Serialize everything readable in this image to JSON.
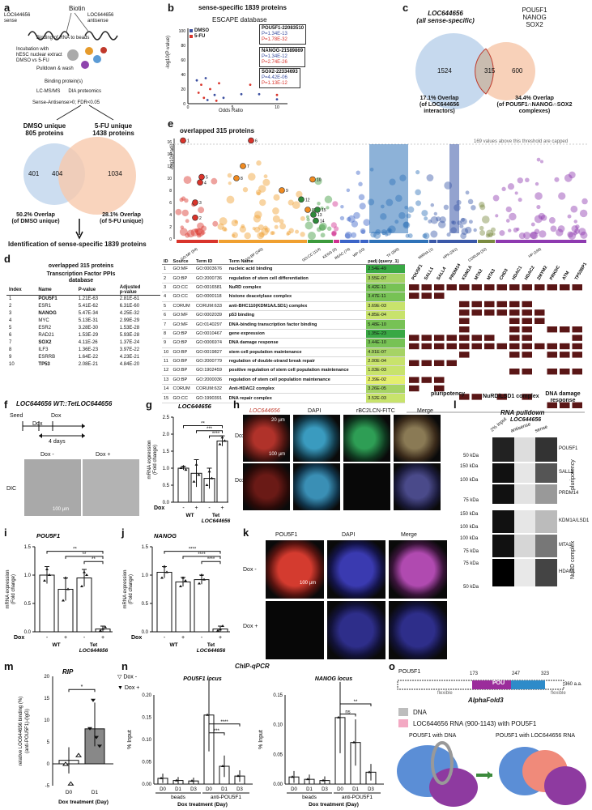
{
  "panels": {
    "a": "a",
    "b": "b",
    "c": "c",
    "d": "d",
    "e": "e",
    "f": "f",
    "g": "g",
    "h": "h",
    "i": "i",
    "j": "j",
    "k": "k",
    "l": "l",
    "m": "m",
    "n": "n",
    "o": "o"
  },
  "a": {
    "biotin": "Biotin",
    "sense": "LOC644656\nsense",
    "antisense": "LOC644656\nantisense",
    "step1": "Binding of RNA to beads",
    "step2": "Incubation with\nhESC nuclear extract\nDMSO vs 5-FU",
    "step3": "Pulldown & wash",
    "step4": "Binding protein(s)",
    "step5": "LC-MS/MS      DIA proteomics",
    "step6": "Sense-Antisense>0; FDR<0.05",
    "dmso_title": "DMSO unique",
    "dmso_count": "805 proteins",
    "fu_title": "5-FU unique",
    "fu_count": "1438 proteins",
    "venn_left": "401",
    "venn_mid": "404",
    "venn_right": "1034",
    "overlap_left": "50.2% Overlap\n(of DMSO unique)",
    "overlap_right": "28.1% Overlap\n(of 5-FU unique)",
    "conclusion": "Identification of sense-specific 1839 proteins"
  },
  "b": {
    "title": "sense-specific 1839 proteins",
    "subtitle": "ESCAPE database",
    "ylabel": "-log10(P-value)",
    "xlabel": "Odds Ratio",
    "legend_dmso": "DMSO",
    "legend_fu": "5-FU",
    "box1": [
      "POU5F1-22083510",
      "P=1.34E-13",
      "P=1.78E-32"
    ],
    "box2": [
      "NANOG-21589869",
      "P=1.34E-12",
      "P=2.74E-26"
    ],
    "box3": [
      "SOX2-22334693",
      "P=4.42E-06",
      "P=1.13E-12"
    ],
    "yticks": [
      "100",
      "80",
      "60",
      "40",
      "20",
      "0"
    ],
    "xticks": [
      "0",
      "5",
      "10"
    ],
    "colors": {
      "dmso": "#3b4fa0",
      "fu": "#d9342b"
    }
  },
  "c": {
    "left_title": "LOC644656\n(all sense-specific)",
    "right_title": "POU5F1\nNANOG\nSOX2",
    "left": "1524",
    "mid": "315",
    "right": "600",
    "note_left": "17.1% Overlap\n(of LOC644656\ninteractors)",
    "note_right": "34.4% Overlap\n(of POU5F1∩NANOG∩SOX2\ncomplexes)"
  },
  "e": {
    "title": "overlapped 315 proteins",
    "ylabel": "-log10(Padj)",
    "threshold": "169 values above this threshold are capped",
    "yticks": [
      "16",
      "14",
      "12",
      "10",
      "8",
      "6",
      "4",
      "2",
      "0"
    ],
    "categories": [
      "GO:MF (84)",
      "GO:BP (245)",
      "GO:CC (114)",
      "KEGG (6)",
      "REAC (74)",
      "WP (10)",
      "TF (306)",
      "MIRNA (1)",
      "HPA (261)",
      "CORUM (32)",
      "HP (196)"
    ],
    "numbers": [
      "1",
      "2",
      "3",
      "4",
      "5",
      "6",
      "7",
      "8",
      "9",
      "10",
      "11",
      "12",
      "13",
      "14",
      "15"
    ]
  },
  "d": {
    "title": "overlapped 315 proteins",
    "subtitle": "Transcription Factor PPIs\ndatabase",
    "headers": [
      "Index",
      "Name",
      "P-value",
      "Adjusted\np-value"
    ],
    "rows": [
      [
        "1",
        "POU5F1",
        "1.21E-63",
        "2.81E-61"
      ],
      [
        "2",
        "ESR1",
        "5.41E-62",
        "6.31E-60"
      ],
      [
        "3",
        "NANOG",
        "5.47E-34",
        "4.25E-32"
      ],
      [
        "4",
        "MYC",
        "5.13E-31",
        "2.99E-29"
      ],
      [
        "5",
        "ESR2",
        "3.28E-30",
        "1.53E-28"
      ],
      [
        "6",
        "RAD21",
        "1.53E-29",
        "5.93E-28"
      ],
      [
        "7",
        "SOX2",
        "4.11E-26",
        "1.37E-24"
      ],
      [
        "8",
        "ILF3",
        "1.36E-23",
        "3.97E-22"
      ],
      [
        "9",
        "ESRRB",
        "1.64E-22",
        "4.23E-21"
      ],
      [
        "10",
        "TP53",
        "2.08E-21",
        "4.84E-20"
      ]
    ],
    "enr_headers": [
      "ID",
      "Source",
      "Term ID",
      "Term Name",
      "padj (query_1)"
    ],
    "enr_rows": [
      [
        "1",
        "GO:MF",
        "GO:0003676",
        "nucleic acid binding",
        "2.54E-49"
      ],
      [
        "2",
        "GO:BP",
        "GO:2000736",
        "regulation of stem cell differentiation",
        "3.55E-07"
      ],
      [
        "3",
        "GO:CC",
        "GO:0016581",
        "NuRD complex",
        "6.42E-11"
      ],
      [
        "4",
        "GO:CC",
        "GO:0000118",
        "histone deacetylase complex",
        "3.47E-11"
      ],
      [
        "5",
        "CORUM",
        "CORUM:633",
        "anti-BHC110(KDM1A/LSD1) complex",
        "3.69E-03"
      ],
      [
        "6",
        "GO:MF",
        "GO:0002039",
        "p53 binding",
        "4.85E-04"
      ],
      [
        "7",
        "GO:MF",
        "GO:0140297",
        "DNA-binding transcription factor binding",
        "5.48E-10"
      ],
      [
        "8",
        "GO:BP",
        "GO:0010467",
        "gene expression",
        "1.35E-23"
      ],
      [
        "9",
        "GO:BP",
        "GO:0006974",
        "DNA damage response",
        "3.44E-10"
      ],
      [
        "10",
        "GO:BP",
        "GO:0019827",
        "stem cell population maintenance",
        "4.91E-07"
      ],
      [
        "11",
        "GO:BP",
        "GO:2000779",
        "regulation of double-strand break repair",
        "2.00E-04"
      ],
      [
        "12",
        "GO:BP",
        "GO:1902459",
        "positive regulation of stem cell population maintenance",
        "1.03E-03"
      ],
      [
        "13",
        "GO:BP",
        "GO:2000036",
        "regulation of stem cell population maintenance",
        "2.39E-02"
      ],
      [
        "14",
        "CORUM",
        "CORUM:632",
        "Anti-HDAC2 complex",
        "3.26E-05"
      ],
      [
        "15",
        "GO:CC",
        "GO:1990391",
        "DNA repair complex",
        "3.52E-03"
      ]
    ],
    "genes": [
      "POU5F1",
      "SALL1",
      "SALL4",
      "PRDM14",
      "KDM1A",
      "MTA2",
      "MTA3",
      "CHD3",
      "HDAC1",
      "HDAC2",
      "ZMYM2",
      "PRKDC",
      "ATM",
      "TP53BP1"
    ],
    "matrix": [
      [
        1,
        1,
        1,
        1,
        1,
        1,
        1,
        1,
        1,
        1,
        1,
        1,
        1,
        1
      ],
      [
        1,
        1,
        1,
        0,
        0,
        0,
        0,
        0,
        0,
        0,
        0,
        0,
        0,
        0
      ],
      [
        0,
        0,
        0,
        0,
        1,
        1,
        1,
        1,
        1,
        1,
        0,
        0,
        0,
        0
      ],
      [
        0,
        0,
        0,
        0,
        1,
        1,
        1,
        1,
        1,
        1,
        1,
        0,
        0,
        0
      ],
      [
        0,
        0,
        0,
        0,
        1,
        0,
        0,
        0,
        1,
        1,
        1,
        0,
        0,
        0
      ],
      [
        0,
        0,
        0,
        0,
        1,
        0,
        0,
        0,
        1,
        1,
        0,
        1,
        1,
        1
      ],
      [
        1,
        1,
        1,
        1,
        1,
        1,
        1,
        0,
        1,
        1,
        0,
        0,
        0,
        1
      ],
      [
        1,
        1,
        1,
        1,
        1,
        1,
        1,
        1,
        1,
        1,
        1,
        1,
        1,
        1
      ],
      [
        0,
        0,
        0,
        0,
        1,
        0,
        0,
        0,
        1,
        1,
        0,
        1,
        1,
        1
      ],
      [
        1,
        1,
        1,
        1,
        0,
        0,
        0,
        0,
        0,
        0,
        0,
        0,
        0,
        0
      ],
      [
        0,
        0,
        0,
        0,
        0,
        0,
        0,
        0,
        1,
        1,
        0,
        1,
        1,
        1
      ],
      [
        1,
        1,
        1,
        0,
        0,
        0,
        0,
        0,
        0,
        0,
        0,
        0,
        0,
        0
      ],
      [
        1,
        0,
        1,
        0,
        0,
        0,
        0,
        0,
        0,
        0,
        0,
        0,
        0,
        0
      ],
      [
        0,
        0,
        0,
        0,
        1,
        1,
        0,
        1,
        0,
        1,
        0,
        0,
        0,
        0
      ],
      [
        0,
        0,
        0,
        0,
        0,
        0,
        0,
        0,
        0,
        0,
        0,
        1,
        1,
        1
      ]
    ],
    "groups": [
      "pluripotency",
      "NuRD/LSD1 complex",
      "DNA damage\nresponse"
    ]
  },
  "f": {
    "title": "LOC644656 WT::TetLOC644656",
    "seed": "Seed",
    "dox1": "Dox",
    "dox2": "Dox",
    "days": "4 days",
    "dox_minus": "Dox -",
    "dox_plus": "Dox +",
    "dic": "DIC",
    "scale": "100 µm"
  },
  "g": {
    "title": "LOC644656",
    "ylabel": "mRNA expression\n(Fold change)",
    "yticks": [
      "2.5",
      "2.0",
      "1.5",
      "1.0",
      "0.5",
      "0.0"
    ],
    "sig": [
      "**",
      "***",
      "****"
    ],
    "dox": "Dox",
    "pm": [
      "-",
      "+",
      "-",
      "+"
    ],
    "groups": [
      "WT",
      "Tet\nLOC644656"
    ]
  },
  "i": {
    "title": "POU5F1",
    "ylabel": "mRNA expression\n(Fold change)",
    "yticks": [
      "1.5",
      "1.0",
      "0.5",
      "0.0"
    ],
    "sig": [
      "**",
      "**",
      "**"
    ],
    "dox": "Dox",
    "pm": [
      "-",
      "+",
      "-",
      "+"
    ],
    "groups": [
      "WT",
      "Tet\nLOC644656"
    ]
  },
  "j": {
    "title": "NANOG",
    "ylabel": "mRNA expression\n(Fold change)",
    "yticks": [
      "1.5",
      "1.0",
      "0.5",
      "0.0"
    ],
    "sig": [
      "****",
      "****",
      "****"
    ],
    "dox": "Dox",
    "pm": [
      "-",
      "+",
      "-",
      "+"
    ],
    "groups": [
      "WT",
      "Tet\nLOC644656"
    ]
  },
  "h": {
    "cols": [
      "LOC644656",
      "DAPI",
      "rBC2LCN-FITC",
      "Merge"
    ],
    "rows": [
      "Dox -",
      "Dox +"
    ],
    "scale1": "20 µm",
    "scale2": "100 µm"
  },
  "k": {
    "cols": [
      "POU5F1",
      "DAPI",
      "Merge"
    ],
    "rows": [
      "Dox -",
      "Dox +"
    ],
    "scale": "100 µm"
  },
  "l": {
    "title": "RNA pulldown",
    "subtitle": "LOC644656",
    "cols": [
      "2% Input",
      "antisense",
      "sense"
    ],
    "bands": [
      "POU5F1",
      "SALL1",
      "PRDM14",
      "KDM1A/LSD1",
      "MTA1",
      "HDAC1"
    ],
    "markers": [
      "50 kDa",
      "150 kDa",
      "100 kDa",
      "75 kDa",
      "150 kDa",
      "100 kDa",
      "100 kDa",
      "75 kDa",
      "75 kDa",
      "50 kDa"
    ],
    "group1": "pluripotency",
    "group2": "NuRD complex"
  },
  "m": {
    "title": "RIP",
    "ylabel": "relative LOC644656 binding (%)\n(anti-POU5F1)-(IgG)",
    "xlabel": "Dox treatment (Day)",
    "yticks": [
      "20",
      "15",
      "10",
      "5",
      "0",
      "-5"
    ],
    "xticks": [
      "D0",
      "D1"
    ],
    "sig": "*",
    "legend": [
      "Dox -",
      "Dox +"
    ]
  },
  "n": {
    "title": "ChIP-qPCR",
    "left_title": "POU5F1 locus",
    "right_title": "NANOG locus",
    "ylabel": "% Input",
    "xlabel": "Dox treatment (Day)",
    "xticks": [
      "D0",
      "D1",
      "D3",
      "D0",
      "D1",
      "D3"
    ],
    "groups": [
      "beads",
      "anti-POU5F1"
    ],
    "left_yticks": [
      "0.20",
      "0.15",
      "0.10",
      "0.05",
      "0.00"
    ],
    "right_yticks": [
      "0.15",
      "0.10",
      "0.05",
      "0.00"
    ],
    "left_sig": [
      "***",
      "****"
    ],
    "right_sig": [
      "ns",
      "**"
    ]
  },
  "o": {
    "protein": "POU5F1",
    "domain": "POU",
    "pos": [
      "173",
      "247",
      "323"
    ],
    "flex1": "flexible",
    "flex2": "flexible",
    "len": "360 a.a.",
    "title": "AlphaFold3",
    "legend1": "DNA",
    "legend2": "LOC644656 RNA (900-1143) with POU5F1",
    "cap1": "POU5F1 with DNA",
    "cap2": "POU5F1 with LOC644656 RNA"
  },
  "chart_data": [
    {
      "type": "bar",
      "title": "LOC644656",
      "categories": [
        "WT Dox-",
        "WT Dox+",
        "Tet Dox-",
        "Tet Dox+"
      ],
      "values": [
        1.0,
        0.85,
        0.7,
        1.8
      ],
      "ylabel": "mRNA expression (Fold change)",
      "ylim": [
        0,
        2.5
      ]
    },
    {
      "type": "bar",
      "title": "POU5F1",
      "categories": [
        "WT Dox-",
        "WT Dox+",
        "Tet Dox-",
        "Tet Dox+"
      ],
      "values": [
        1.0,
        0.75,
        0.95,
        0.05
      ],
      "ylabel": "mRNA expression (Fold change)",
      "ylim": [
        0,
        1.5
      ]
    },
    {
      "type": "bar",
      "title": "NANOG",
      "categories": [
        "WT Dox-",
        "WT Dox+",
        "Tet Dox-",
        "Tet Dox+"
      ],
      "values": [
        1.05,
        0.88,
        0.92,
        0.05
      ],
      "ylabel": "mRNA expression (Fold change)",
      "ylim": [
        0,
        1.5
      ]
    },
    {
      "type": "bar",
      "title": "RIP",
      "categories": [
        "D0",
        "D1"
      ],
      "values": [
        0.8,
        8.0
      ],
      "ylabel": "relative LOC644656 binding (%)",
      "ylim": [
        -5,
        20
      ]
    },
    {
      "type": "bar",
      "title": "POU5F1 locus",
      "categories": [
        "beads D0",
        "beads D1",
        "beads D3",
        "anti-POU5F1 D0",
        "anti-POU5F1 D1",
        "anti-POU5F1 D3"
      ],
      "values": [
        0.013,
        0.008,
        0.007,
        0.155,
        0.04,
        0.018
      ],
      "ylabel": "% Input",
      "ylim": [
        0,
        0.2
      ]
    },
    {
      "type": "bar",
      "title": "NANOG locus",
      "categories": [
        "beads D0",
        "beads D1",
        "beads D3",
        "anti-POU5F1 D0",
        "anti-POU5F1 D1",
        "anti-POU5F1 D3"
      ],
      "values": [
        0.012,
        0.008,
        0.006,
        0.112,
        0.07,
        0.02
      ],
      "ylabel": "% Input",
      "ylim": [
        0,
        0.15
      ]
    }
  ]
}
